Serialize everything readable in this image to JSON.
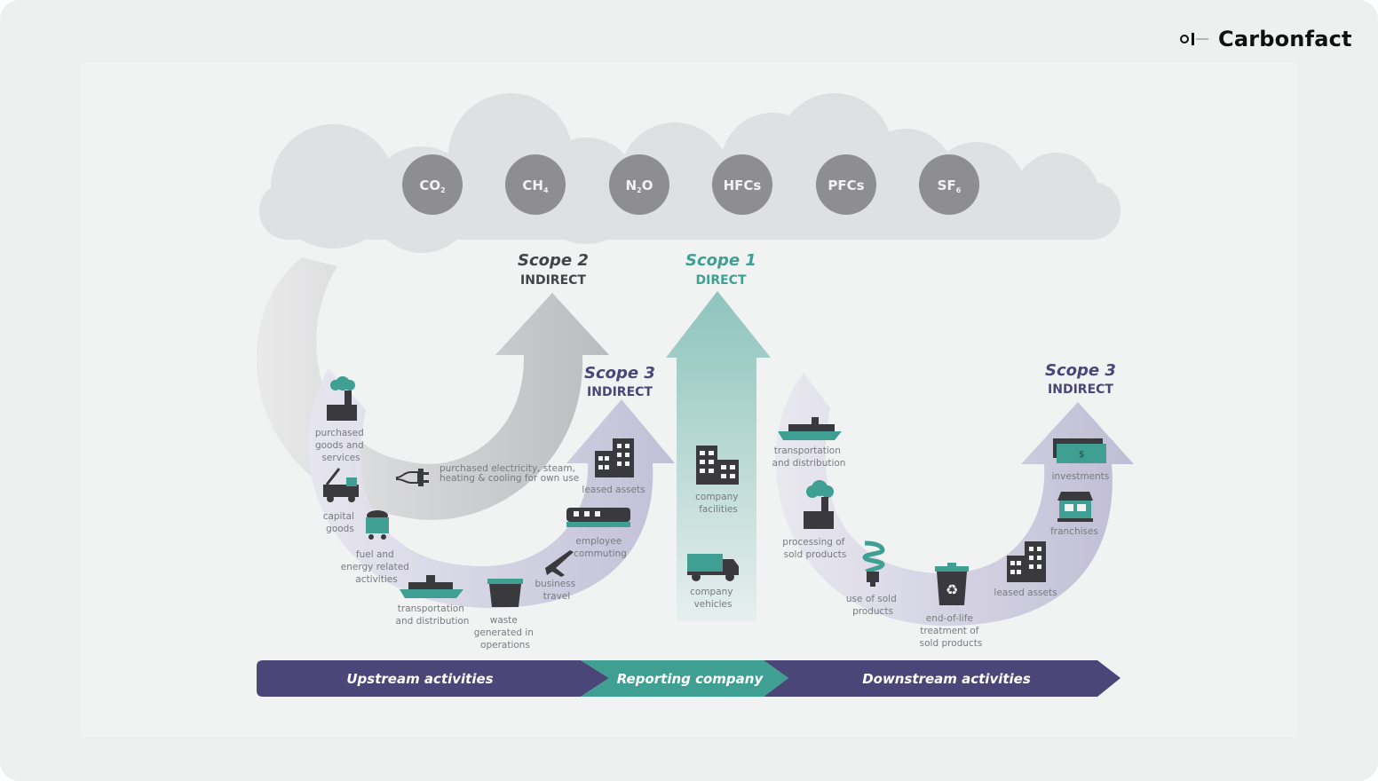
{
  "brand": {
    "name": "Carbonfact"
  },
  "gases": [
    {
      "base": "CO",
      "sub": "2"
    },
    {
      "base": "CH",
      "sub": "4"
    },
    {
      "base": "N",
      "sub": "2",
      "tail": "O"
    },
    {
      "base": "HFCs"
    },
    {
      "base": "PFCs"
    },
    {
      "base": "SF",
      "sub": "6"
    }
  ],
  "scopes": {
    "scope2": {
      "title": "Scope 2",
      "subtitle": "INDIRECT"
    },
    "scope1": {
      "title": "Scope 1",
      "subtitle": "DIRECT"
    },
    "scope3_up": {
      "title": "Scope 3",
      "subtitle": "INDIRECT"
    },
    "scope3_down": {
      "title": "Scope 3",
      "subtitle": "INDIRECT"
    }
  },
  "upstream": {
    "purchased_goods": [
      "purchased",
      "goods and",
      "services"
    ],
    "capital_goods": [
      "capital",
      "goods"
    ],
    "fuel_energy": [
      "fuel and",
      "energy related",
      "activities"
    ],
    "transport": [
      "transportation",
      "and distribution"
    ],
    "waste": [
      "waste",
      "generated in",
      "operations"
    ],
    "business_travel": [
      "business",
      "travel"
    ],
    "employee_commuting": [
      "employee",
      "commuting"
    ],
    "leased_assets": [
      "leased assets"
    ],
    "purchased_electricity": [
      "purchased electricity, steam,",
      "heating & cooling for own use"
    ]
  },
  "reporting": {
    "facilities": [
      "company",
      "facilities"
    ],
    "vehicles": [
      "company",
      "vehicles"
    ]
  },
  "downstream": {
    "transport": [
      "transportation",
      "and distribution"
    ],
    "processing": [
      "processing of",
      "sold products"
    ],
    "use": [
      "use of sold",
      "products"
    ],
    "end_of_life": [
      "end-of-life",
      "treatment of",
      "sold products"
    ],
    "leased_assets": [
      "leased assets"
    ],
    "franchises": [
      "franchises"
    ],
    "investments": [
      "investments"
    ]
  },
  "bar": {
    "upstream": "Upstream activities",
    "reporting": "Reporting company",
    "downstream": "Downstream activities"
  },
  "colors": {
    "purple": "#4a4778",
    "teal": "#3f9f93",
    "gas_circle": "#8e8e92",
    "cloud": "#dfe0e1"
  }
}
